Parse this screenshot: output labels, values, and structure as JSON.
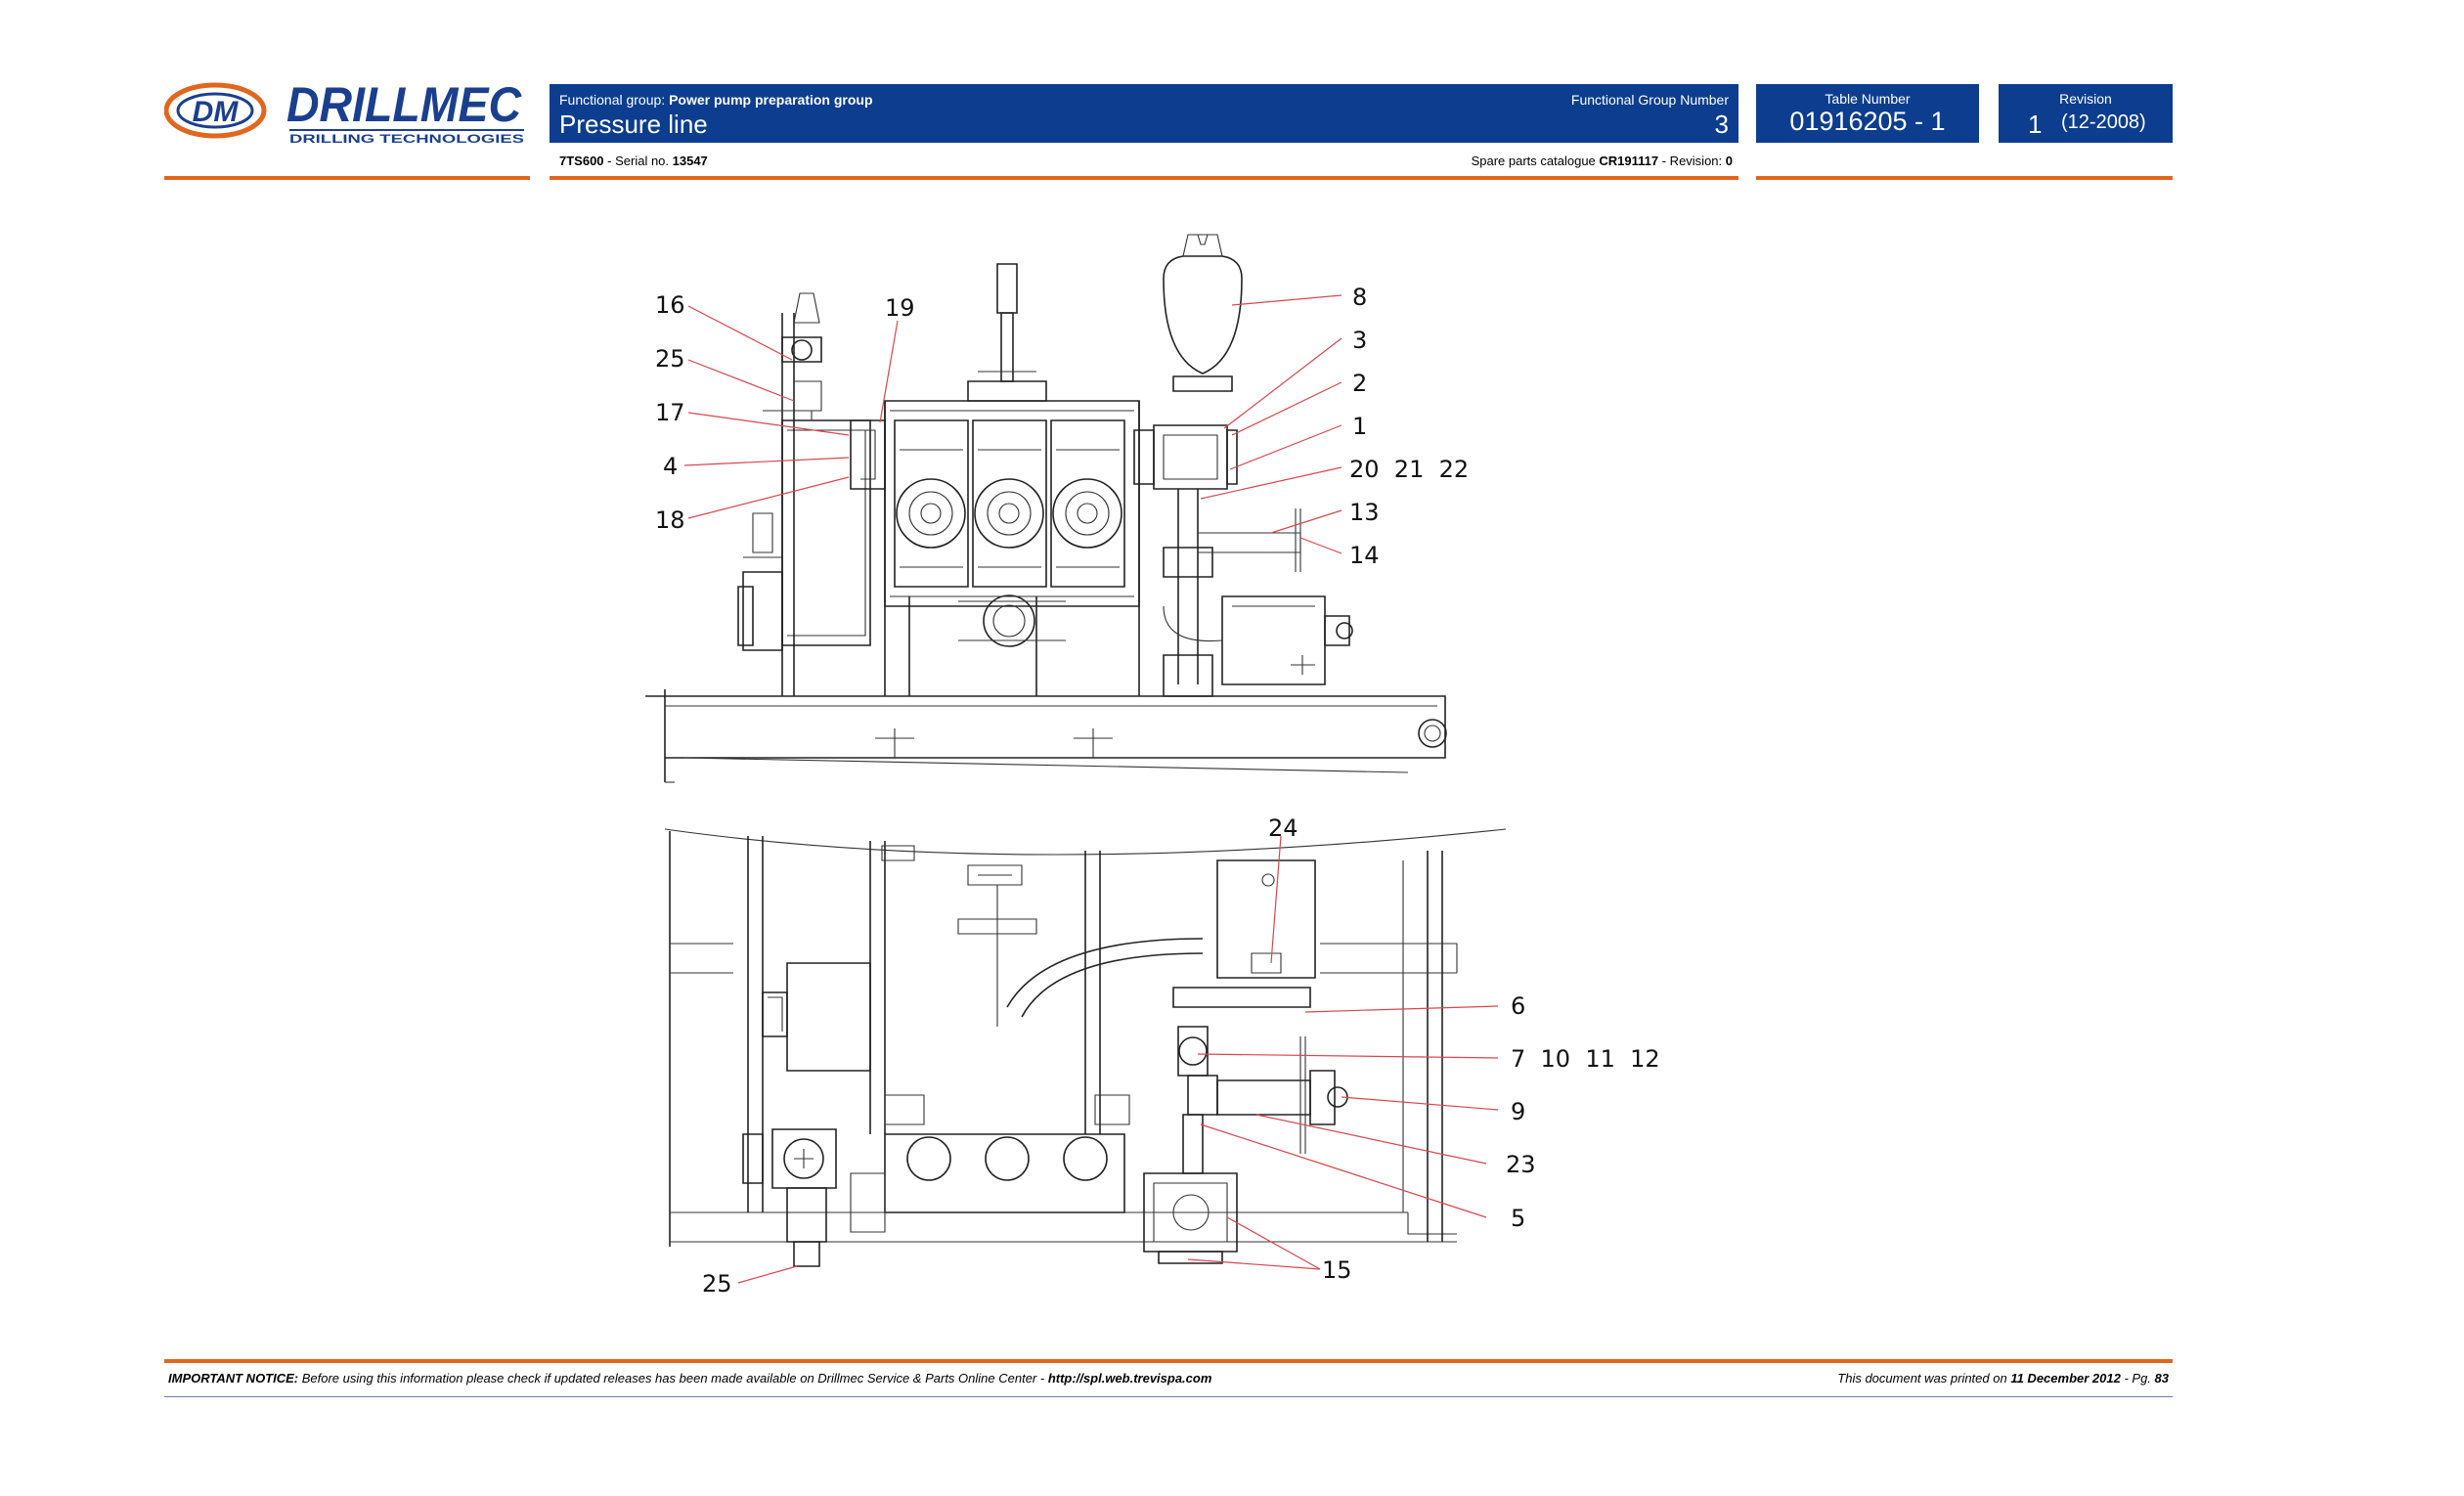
{
  "logo": {
    "mark": "DM",
    "brand": "DRILLMEC",
    "tagline": "DRILLING TECHNOLOGIES"
  },
  "header": {
    "fg_prefix": "Functional group: ",
    "fg_name": "Power pump preparation group",
    "title": "Pressure line",
    "fgn_label": "Functional Group Number",
    "fgn_value": "3",
    "table_label": "Table Number",
    "table_value": "01916205 - 1",
    "rev_label": "Revision",
    "rev_number": "1",
    "rev_date": "(12-2008)"
  },
  "subheader": {
    "model": "7TS600",
    "serial_prefix": " - Serial no. ",
    "serial": "13547",
    "catalogue_prefix": "Spare parts catalogue ",
    "catalogue": "CR191117",
    "revision_prefix": " - Revision: ",
    "revision": "0"
  },
  "callouts": {
    "c16": "16",
    "c25a": "25",
    "c17": "17",
    "c4": "4",
    "c18": "18",
    "c19": "19",
    "c8": "8",
    "c3": "3",
    "c2": "2",
    "c1": "1",
    "c20_21_22": "20  21  22",
    "c13": "13",
    "c14": "14",
    "c24": "24",
    "c6": "6",
    "c7_10_11_12": "7  10  11  12",
    "c9": "9",
    "c23": "23",
    "c5": "5",
    "c15": "15",
    "c25b": "25"
  },
  "footer": {
    "notice_label": "IMPORTANT NOTICE:",
    "notice_text": " Before using this information please check if updated releases has been made available on Drillmec Service & Parts Online Center - ",
    "url": "http://spl.web.trevispa.com",
    "printed_prefix": "This document was printed on ",
    "printed_date": "11 December 2012",
    "page_prefix": " - Pg. ",
    "page": "83"
  },
  "colors": {
    "header_blue": "#0c3d8f",
    "accent_orange": "#e2661e",
    "leader_red": "#d9464f",
    "logo_blue": "#1b3f8f"
  }
}
